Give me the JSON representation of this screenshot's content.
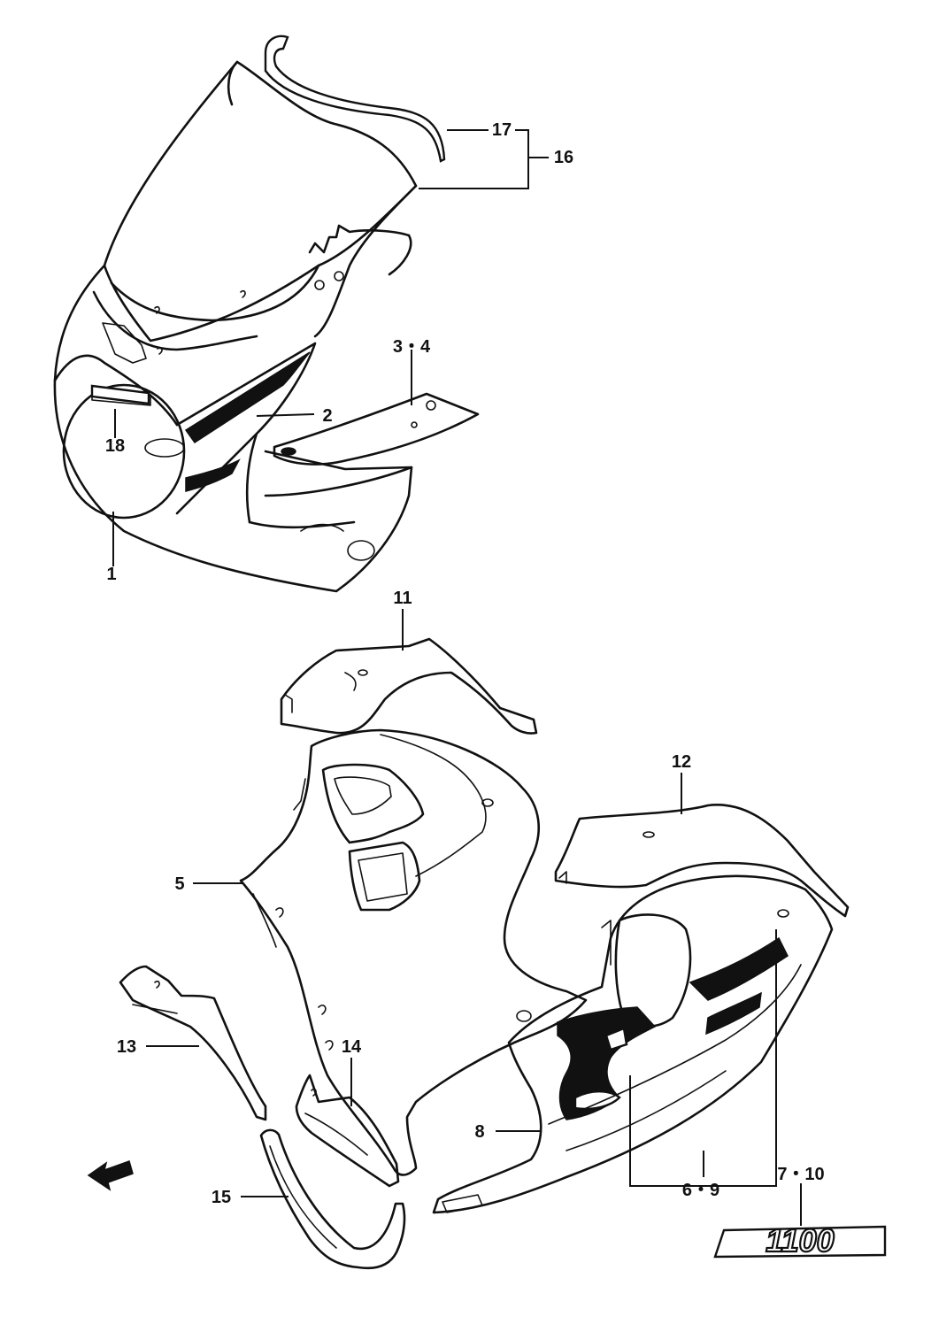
{
  "diagram": {
    "labels": {
      "l1": "1",
      "l2": "2",
      "l3_4": "3・4",
      "l5": "5",
      "l6_9": "6・9",
      "l7_10": "7・10",
      "l8": "8",
      "l11": "11",
      "l12": "12",
      "l13": "13",
      "l14": "14",
      "l15": "15",
      "l16": "16",
      "l17": "17",
      "l18": "18"
    },
    "emblem_text": "1100",
    "colors": {
      "ink": "#111111",
      "paper": "#ffffff"
    }
  }
}
